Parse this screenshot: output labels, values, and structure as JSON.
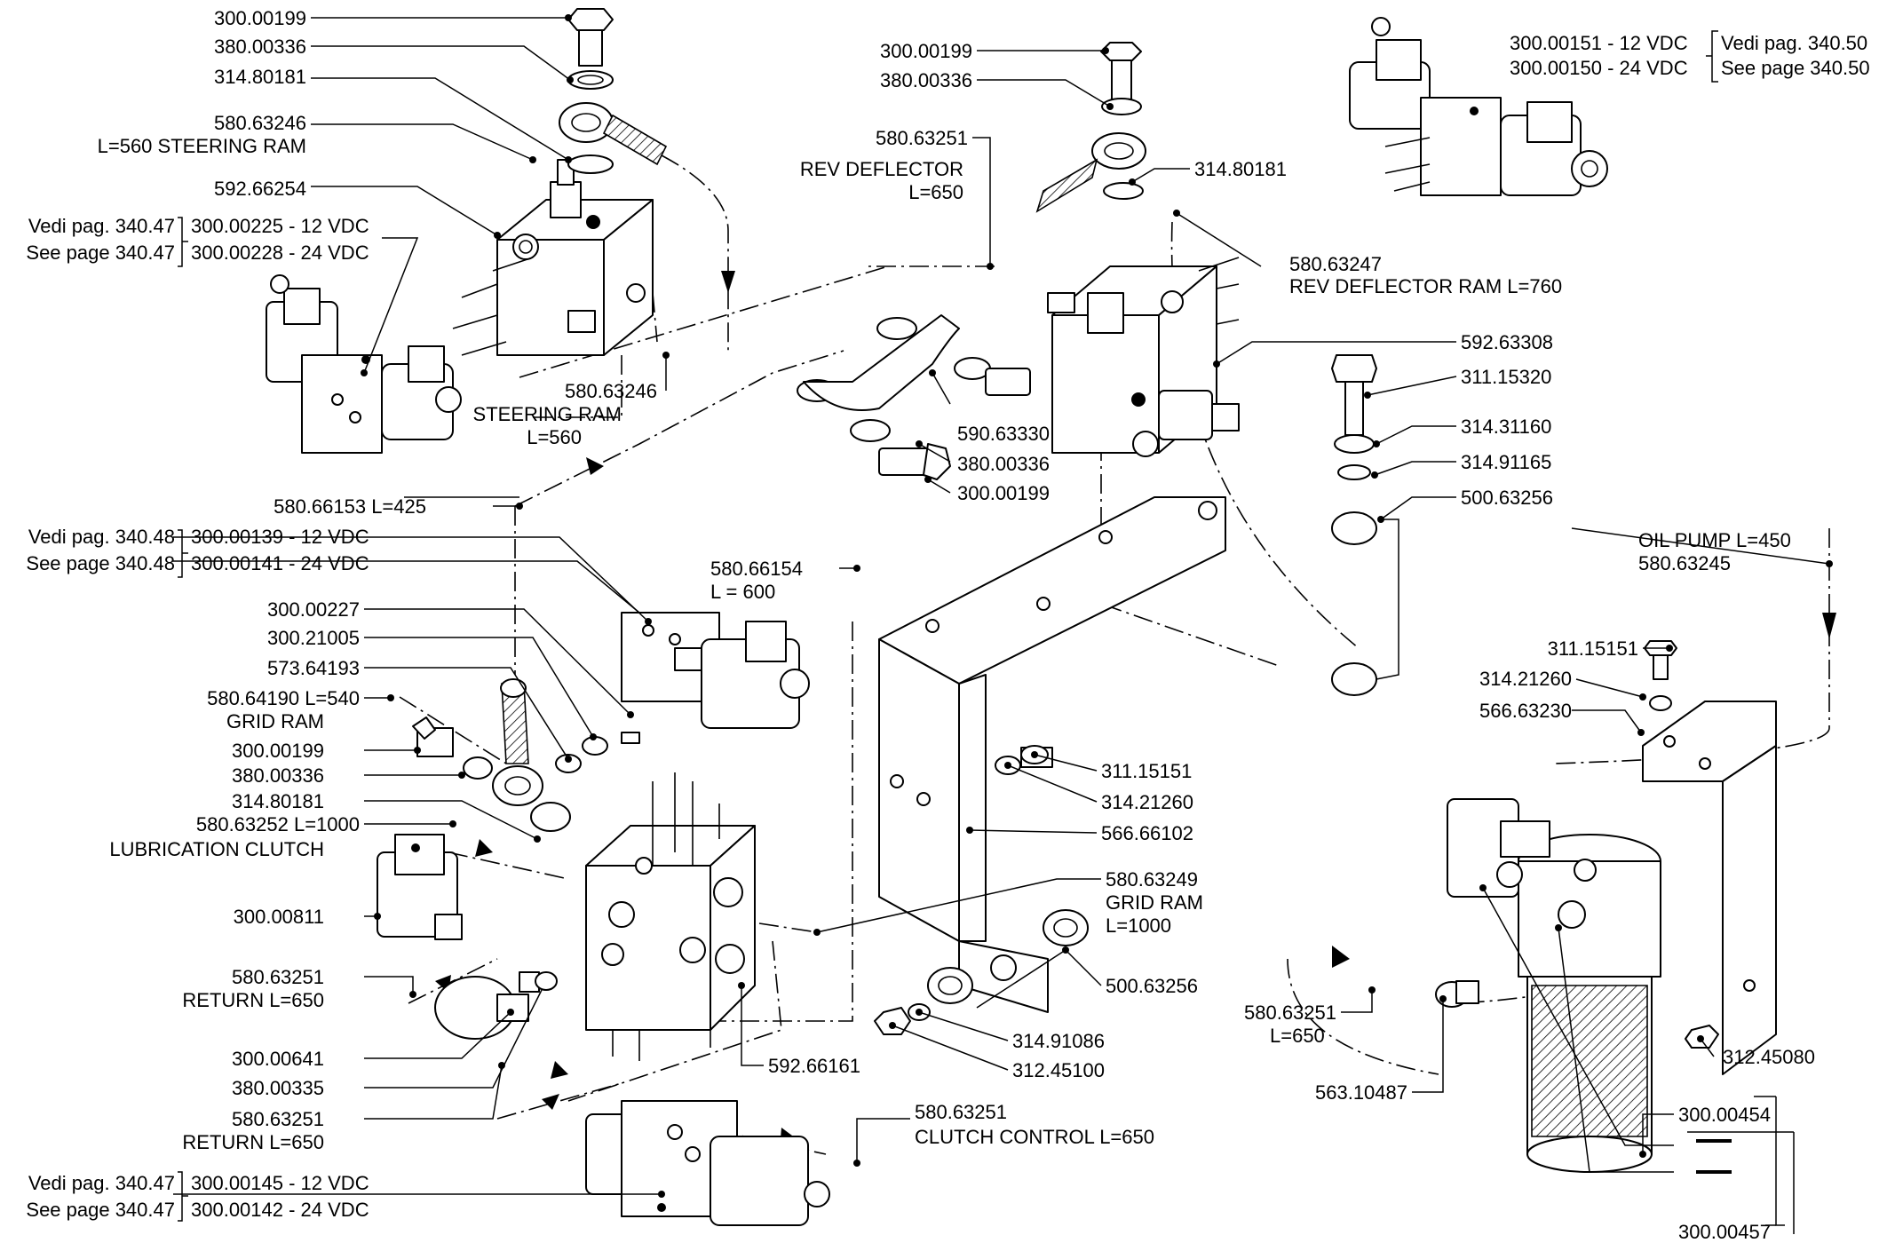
{
  "callouts": {
    "top_left": {
      "banjo_bolt": "300.00199",
      "washer_a": "380.00336",
      "banjo_fitting": "314.80181",
      "steering_ram_hose_code": "580.63246",
      "steering_ram_hose_label": "L=560 STEERING RAM",
      "valve_block": "592.66254",
      "ref_it": "Vedi pag. 340.47",
      "ref_en": "See page 340.47",
      "valve_12v": "300.00225 - 12 VDC",
      "valve_24v": "300.00228 - 24 VDC",
      "steering_ram_code": "580.63246",
      "steering_ram_label_1": "STEERING RAM",
      "steering_ram_label_2": "L=560"
    },
    "top_center": {
      "banjo_bolt": "300.00199",
      "washer": "380.00336",
      "rev_deflector_code": "580.63251",
      "rev_deflector_label_1": "REV DEFLECTOR",
      "rev_deflector_label_2": "L=650",
      "banjo_fitting": "314.80181",
      "rev_ram_code": "580.63247",
      "rev_ram_label": "REV DEFLECTOR RAM  L=760",
      "valve_block": "592.63308",
      "bolt": "311.15320",
      "washer_b": "314.31160",
      "washer_c": "314.91165",
      "bushing": "500.63256",
      "hose_assy": "590.63330",
      "washer_d": "380.00336",
      "banjo_bolt_b": "300.00199"
    },
    "top_right": {
      "valve_12v": "300.00151 - 12 VDC",
      "valve_24v": "300.00150 - 24 VDC",
      "ref_it": "Vedi pag. 340.50",
      "ref_en": "See page 340.50"
    },
    "middle_left": {
      "hose_code": "580.66153  L=425",
      "ref_it": "Vedi pag. 340.48",
      "ref_en": "See page 340.48",
      "valve_12v": "300.00139 - 12 VDC",
      "valve_24v": "300.00141 - 24 VDC",
      "fitting_a": "300.00227",
      "fitting_b": "300.21005",
      "fitting_c": "573.64193",
      "grid_ram_code": "580.64190 L=540",
      "grid_ram_label": "GRID RAM",
      "banjo_bolt": "300.00199",
      "washer": "380.00336",
      "banjo_fitting": "314.80181",
      "lub_clutch_code": "580.63252  L=1000",
      "lub_clutch_label": "LUBRICATION CLUTCH",
      "pressure_switch": "300.00811",
      "return_code": "580.63251",
      "return_label": "RETURN L=650",
      "sensor": "300.00641",
      "washer_b": "380.00335",
      "return_code_b": "580.63251",
      "return_label_b": "RETURN L=650",
      "ref_it_b": "Vedi pag. 340.47",
      "ref_en_b": "See page 340.47",
      "valve_12v_b": "300.00145 - 12 VDC",
      "valve_24v_b": "300.00142 - 24 VDC"
    },
    "middle_center": {
      "hose_code": "580.66154",
      "hose_length": "L = 600",
      "bolt": "311.15151",
      "washer": "314.21260",
      "bracket": "566.66102",
      "grid_ram_code": "580.63249",
      "grid_ram_label_1": "GRID RAM",
      "grid_ram_label_2": "L=1000",
      "bushing": "500.63256",
      "washer_b": "314.91086",
      "nut": "312.45100",
      "manifold": "592.66161",
      "clutch_control_code": "580.63251",
      "clutch_control_label": "CLUTCH CONTROL L=650"
    },
    "right": {
      "oil_pump_label": "OIL PUMP L=450",
      "oil_pump_code": "580.63245",
      "bolt": "311.15151",
      "washer": "314.21260",
      "bracket": "566.63230",
      "hose_code": "580.63251",
      "hose_length": "L=650",
      "fitting": "563.10487",
      "nut": "312.45080",
      "filter": "300.00454",
      "filter_assy": "300.00457"
    }
  }
}
